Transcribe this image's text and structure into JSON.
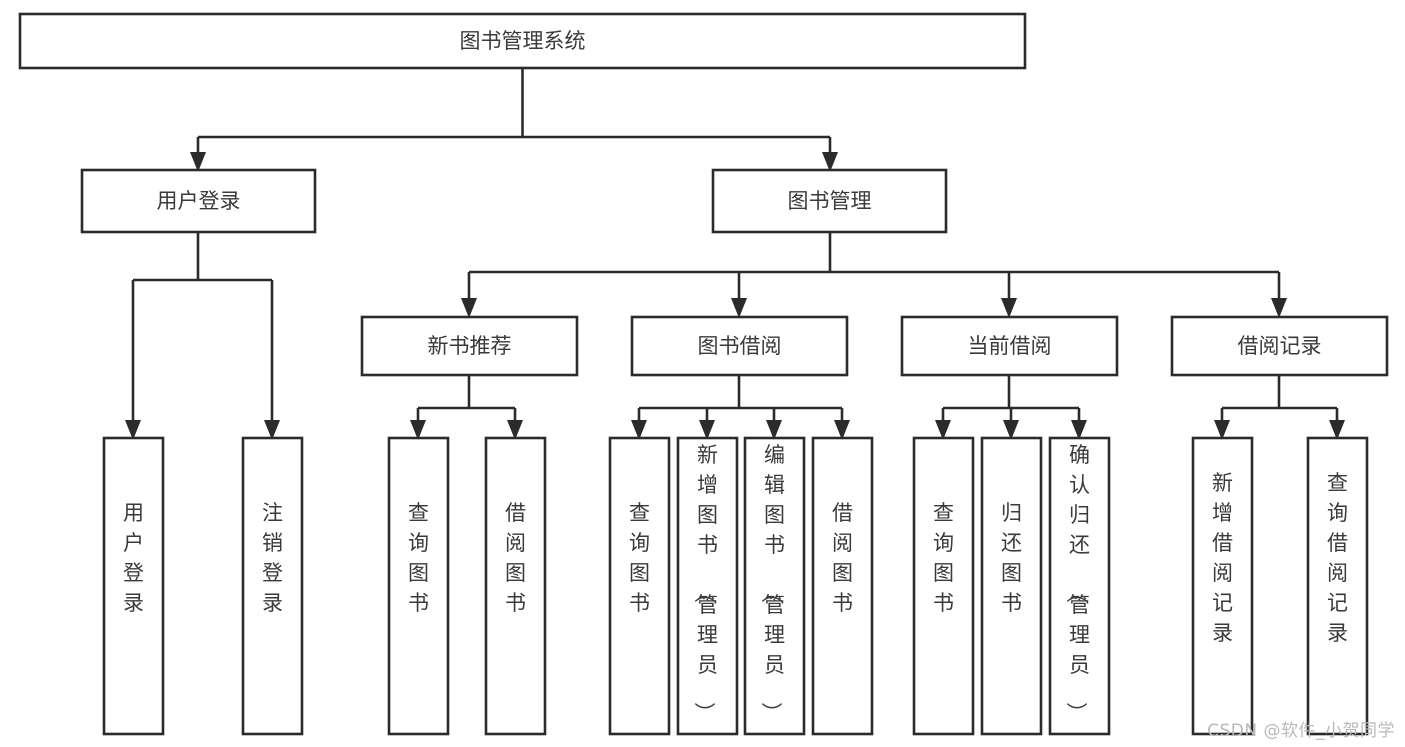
{
  "diagram": {
    "title": "图书管理系统",
    "type": "tree-hierarchy-chart",
    "orientation": "top-down",
    "colors": {
      "box_fill": "#ffffff",
      "box_stroke": "#2b2b2b",
      "text": "#3a3a3a",
      "background": "#ffffff",
      "watermark": "#b9b9b9"
    },
    "levels": 4
  },
  "nodes": {
    "root": {
      "label": "图书管理系统",
      "level": 1
    },
    "level2": [
      {
        "id": "user-login",
        "label": "用户登录",
        "level": 2
      },
      {
        "id": "book-management",
        "label": "图书管理",
        "level": 2
      }
    ],
    "level3": [
      {
        "id": "new-book-recommend",
        "label": "新书推荐",
        "level": 3,
        "parent": "book-management"
      },
      {
        "id": "book-borrow",
        "label": "图书借阅",
        "level": 3,
        "parent": "book-management"
      },
      {
        "id": "current-borrow",
        "label": "当前借阅",
        "level": 3,
        "parent": "book-management"
      },
      {
        "id": "borrow-record",
        "label": "借阅记录",
        "level": 3,
        "parent": "book-management"
      }
    ],
    "leaves": [
      {
        "id": "leaf-user-login",
        "label": "用户登录",
        "parent": "user-login"
      },
      {
        "id": "leaf-logout-login",
        "label": "注销登录",
        "parent": "user-login"
      },
      {
        "id": "leaf-query-book-1",
        "label": "查询图书",
        "parent": "new-book-recommend"
      },
      {
        "id": "leaf-borrow-book-1",
        "label": "借阅图书",
        "parent": "new-book-recommend"
      },
      {
        "id": "leaf-query-book-2",
        "label": "查询图书",
        "parent": "book-borrow"
      },
      {
        "id": "leaf-add-book",
        "label": "新增图书（管理员）",
        "parent": "book-borrow"
      },
      {
        "id": "leaf-edit-book",
        "label": "编辑图书（管理员）",
        "parent": "book-borrow"
      },
      {
        "id": "leaf-borrow-book-2",
        "label": "借阅图书",
        "parent": "book-borrow"
      },
      {
        "id": "leaf-query-book-3",
        "label": "查询图书",
        "parent": "current-borrow"
      },
      {
        "id": "leaf-return-book",
        "label": "归还图书",
        "parent": "current-borrow"
      },
      {
        "id": "leaf-confirm-return",
        "label": "确认归还（管理员）",
        "parent": "current-borrow"
      },
      {
        "id": "leaf-add-borrow-record",
        "label": "新增借阅记录",
        "parent": "borrow-record"
      },
      {
        "id": "leaf-query-borrow-record",
        "label": "查询借阅记录",
        "parent": "borrow-record"
      }
    ]
  },
  "watermark": {
    "text": "CSDN @软件_小贺同学"
  }
}
